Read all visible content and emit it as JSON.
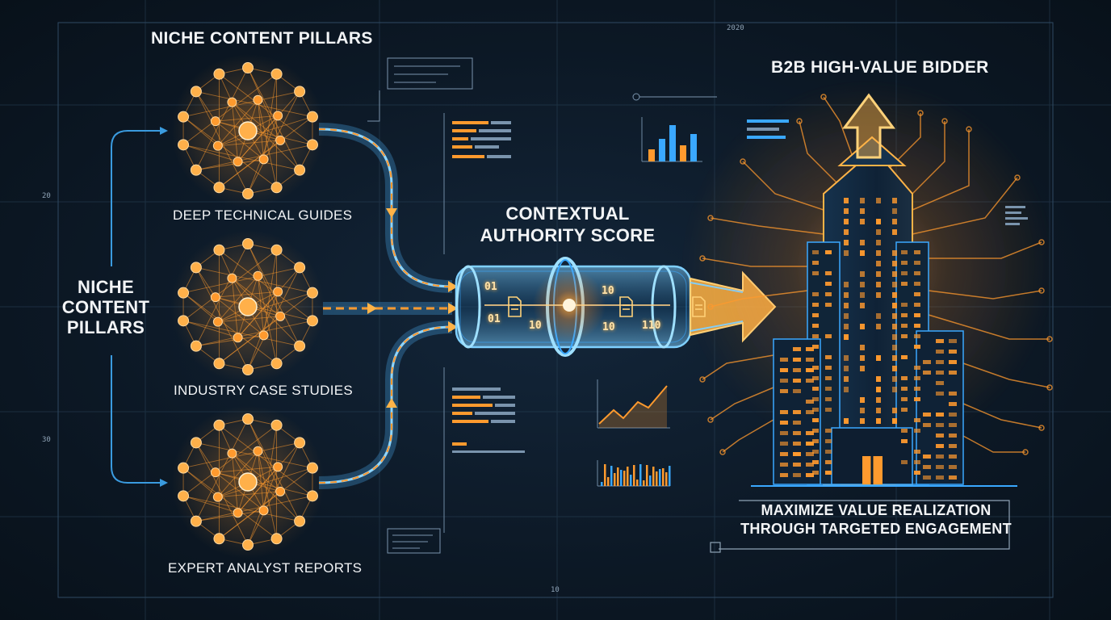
{
  "titles": {
    "top_left": "NICHE CONTENT PILLARS",
    "top_right": "B2B HIGH-VALUE BIDDER",
    "side": "NICHE CONTENT PILLARS",
    "center": "CONTEXTUAL AUTHORITY SCORE",
    "bottom_right": "MAXIMIZE VALUE REALIZATION THROUGH TARGETED ENGAGEMENT"
  },
  "pillars": [
    {
      "label": "DEEP TECHNICAL GUIDES"
    },
    {
      "label": "INDUSTRY CASE STUDIES"
    },
    {
      "label": "EXPERT ANALYST REPORTS"
    }
  ],
  "grid_marks": {
    "top": "2020",
    "left_upper": "20",
    "left_lower": "30",
    "bottom": "10"
  },
  "pipe_bits": [
    "01",
    "01",
    "10",
    "10",
    "10",
    "110"
  ],
  "colors": {
    "orange": "#ff9a2e",
    "blue": "#3aa8ff",
    "glow": "#ffd27a",
    "bg": "#0c1825"
  },
  "icons": [
    "network-node-icon",
    "document-icon",
    "arrow-up-icon",
    "skyscraper-icon",
    "circuit-trace-icon"
  ]
}
